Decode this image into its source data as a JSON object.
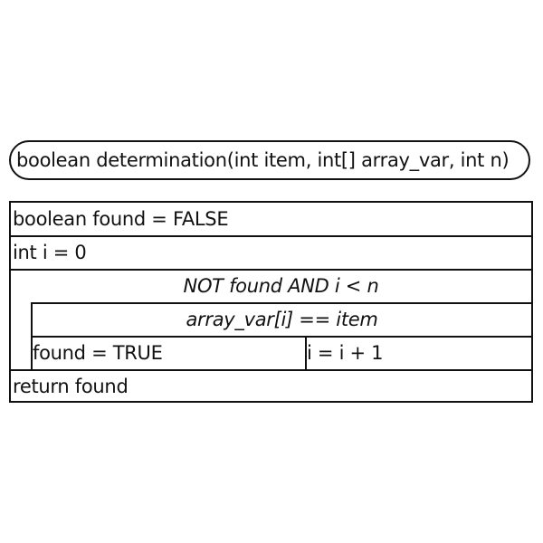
{
  "function_header": "boolean determination(int item, int[] array_var, int n)",
  "statements": {
    "init_found": "boolean found = FALSE",
    "init_i": "int i = 0",
    "loop_condition": "NOT found AND i < n",
    "if_condition": "array_var[i] == item",
    "then_branch": "found = TRUE",
    "else_branch": "i = i + 1",
    "return_stmt": "return found"
  }
}
